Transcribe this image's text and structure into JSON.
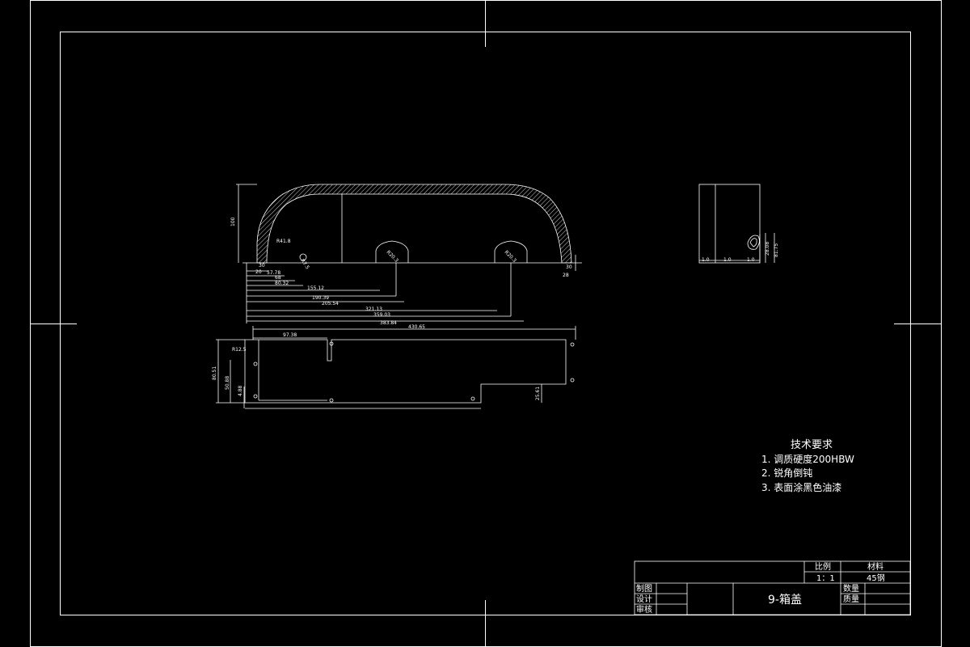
{
  "notes": {
    "title": "技术要求",
    "items": [
      "1. 调质硬度200HBW",
      "2. 锐角倒钝",
      "3. 表面涂黑色油漆"
    ]
  },
  "title_block": {
    "scale_label": "比例",
    "scale_value": "1：1",
    "material_label": "材料",
    "material_value": "45钢",
    "drafter_label": "制图",
    "designer_label": "设计",
    "reviewer_label": "审核",
    "part_name": "9-箱盖",
    "quantity_label": "数量",
    "mass_label": "质量"
  },
  "front_view": {
    "height_dim": "100",
    "radius_dim_left": "R41.8",
    "radius_dim_center1": "R20.3",
    "radius_dim_center2": "R20.3",
    "small_radius_dim": "R7.5",
    "left_dims": [
      "30",
      "20"
    ],
    "right_dims": [
      "30",
      "28"
    ],
    "base_dims": [
      "57.78",
      "68",
      "80.32",
      "155.12",
      "190.39",
      "205.54",
      "321.13",
      "359.03",
      "383.84"
    ]
  },
  "plan_view": {
    "total_length": "430.65",
    "top_dim": "97.38",
    "radius_dim": "R12.5",
    "height_dims": [
      "80.51",
      "50.88",
      "4.88"
    ],
    "right_dim": "25.61"
  },
  "side_view": {
    "dims": [
      "28.08",
      "81.75"
    ],
    "base_dims": [
      "1.0",
      "1.0",
      "1.0"
    ]
  },
  "colors": {
    "background": "#000000",
    "line": "#ffffff"
  }
}
